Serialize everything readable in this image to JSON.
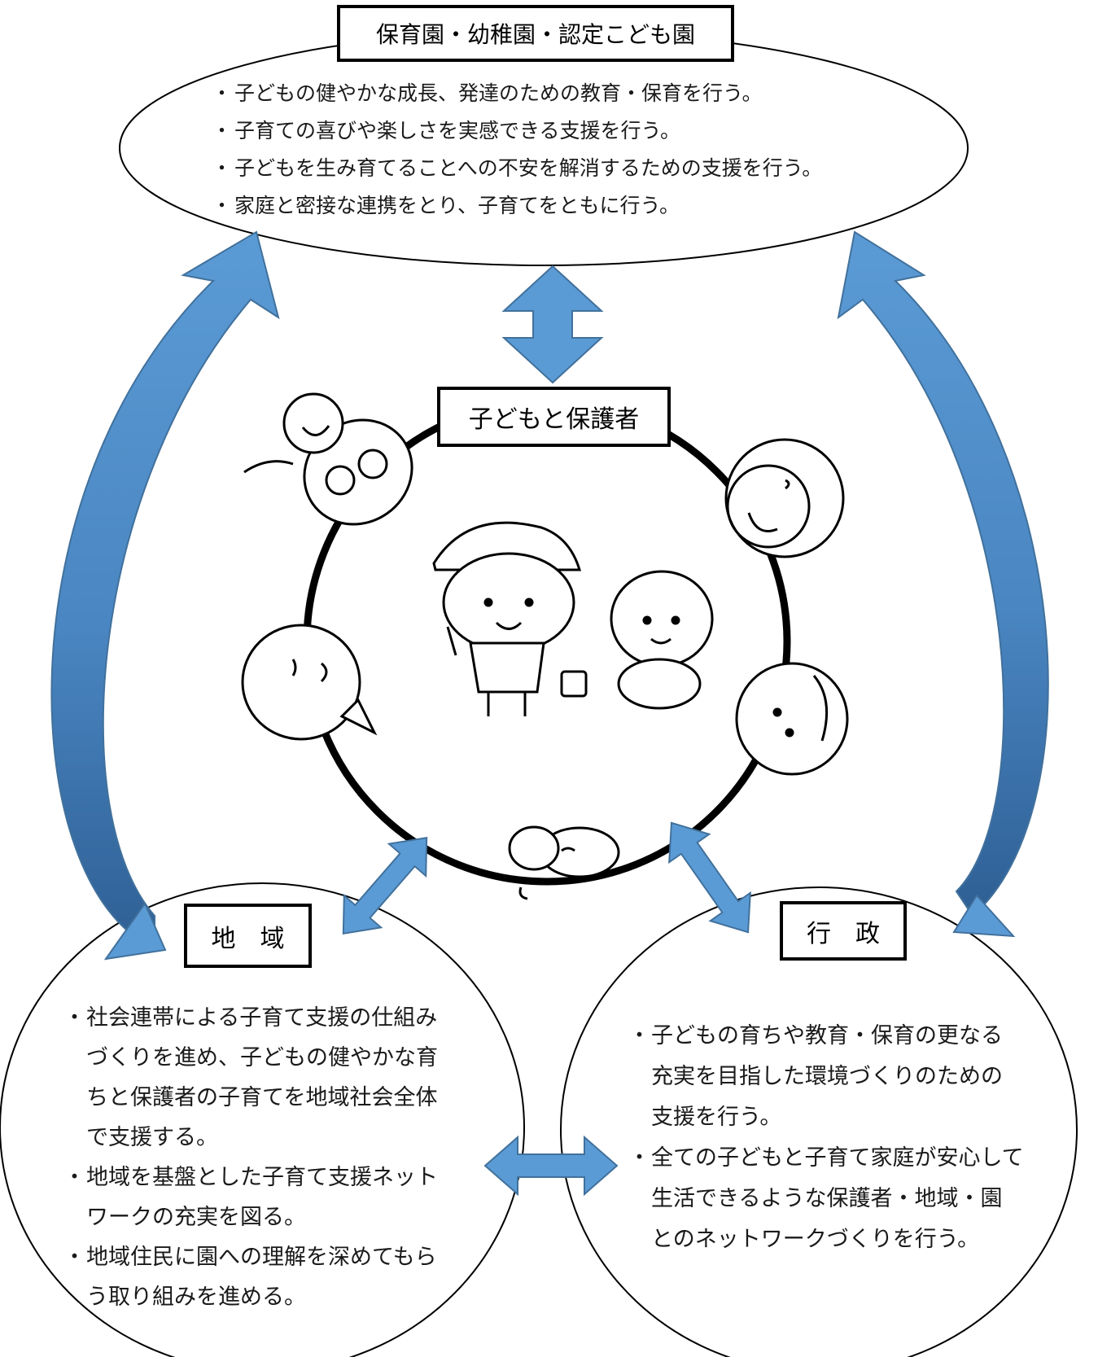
{
  "nursery": {
    "title": "保育園・幼稚園・認定こども園",
    "items": [
      "子どもの健やかな成長、発達のための教育・保育を行う。",
      "子育ての喜びや楽しさを実感できる支援を行う。",
      "子どもを生み育てることへの不安を解消するための支援を行う。",
      "家庭と密接な連携をとり、子育てをともに行う。"
    ]
  },
  "center": {
    "title": "子どもと保護者"
  },
  "community": {
    "title": "地　域",
    "items": [
      "社会連帯による子育て支援の仕組みづくりを進め、子どもの健やかな育ちと保護者の子育てを地域社会全体で支援する。",
      "地域を基盤とした子育て支援ネットワークの充実を図る。",
      "地域住民に園への理解を深めてもらう取り組みを進める。"
    ]
  },
  "government": {
    "title": "行　政",
    "items": [
      "子どもの育ちや教育・保育の更なる充実を目指した環境づくりのための支援を行う。",
      "全ての子どもと子育て家庭が安心して生活できるような保護者・地域・園とのネットワークづくりを行う。"
    ]
  },
  "colors": {
    "arrow_fill": "#5b9bd5",
    "arrow_stroke": "#41719c",
    "curve_dark": "#2e5f94",
    "outline": "#000000"
  }
}
